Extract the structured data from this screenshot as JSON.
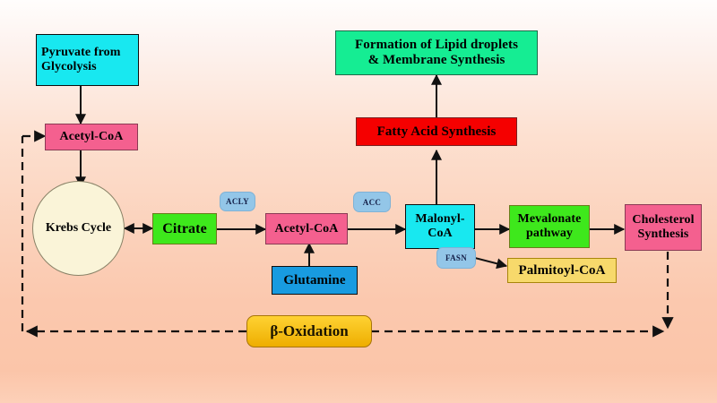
{
  "diagram": {
    "title": "Lipid metabolism / de novo lipogenesis pathway",
    "background_gradient": [
      "#fffdfc",
      "#fbc5a9"
    ],
    "nodes": {
      "pyruvate": {
        "label": "Pyruvate from Glycolysis",
        "line1": "Pyruvate from",
        "line2": "Glycolysis",
        "color": "#18e8f0",
        "border": "#0e0e0e"
      },
      "acetyl_coa_mito": {
        "label": "Acetyl-CoA",
        "color": "#f4608f",
        "border": "#8a3a54"
      },
      "krebs": {
        "label": "Krebs Cycle",
        "color": "#faf4d8",
        "border": "#8a8368"
      },
      "citrate": {
        "label": "Citrate",
        "color": "#3ee81c",
        "border": "#6b7a1c"
      },
      "acetyl_coa_cyto": {
        "label": "Acetyl-CoA",
        "color": "#f4608f",
        "border": "#8a3a54"
      },
      "glutamine": {
        "label": "Glutamine",
        "color": "#189be0",
        "border": "#0e0e0e"
      },
      "malonyl_coa": {
        "label": "Malonyl-CoA",
        "line1": "Malonyl-",
        "line2": "CoA",
        "color": "#18e8f0",
        "border": "#0e0e0e"
      },
      "fatty_acid_synthesis": {
        "label": "Fatty Acid Synthesis",
        "color": "#f50000",
        "border": "#7a2020"
      },
      "lipid_droplets": {
        "label": "Formation of Lipid droplets & Membrane Synthesis",
        "line1": "Formation of Lipid droplets",
        "line2": "& Membrane Synthesis",
        "color": "#15ed93",
        "border": "#1d6b4a"
      },
      "mevalonate": {
        "label": "Mevalonate pathway",
        "line1": "Mevalonate",
        "line2": "pathway",
        "color": "#3ee81c",
        "border": "#6b7a1c"
      },
      "palmitoyl_coa": {
        "label": "Palmitoyl-CoA",
        "color": "#f7d96b",
        "border": "#a8860a"
      },
      "cholesterol_synthesis": {
        "label": "Cholesterol Synthesis",
        "line1": "Cholesterol",
        "line2": "Synthesis",
        "color": "#f4608f",
        "border": "#8a3a54"
      },
      "beta_oxidation": {
        "label": "β-Oxidation",
        "color": "#f7c21c",
        "border": "#a8750a"
      }
    },
    "enzymes": {
      "acly": {
        "label": "ACLY",
        "color": "#93c6e8"
      },
      "acc": {
        "label": "ACC",
        "color": "#93c6e8"
      },
      "fasn": {
        "label": "FASN",
        "color": "#93c6e8"
      }
    },
    "edges": [
      {
        "from": "pyruvate",
        "to": "acetyl_coa_mito",
        "style": "solid"
      },
      {
        "from": "acetyl_coa_mito",
        "to": "krebs",
        "style": "solid"
      },
      {
        "from": "krebs",
        "to": "citrate",
        "style": "solid-bidirectional"
      },
      {
        "from": "citrate",
        "to": "acetyl_coa_cyto",
        "style": "solid",
        "enzyme": "acly"
      },
      {
        "from": "glutamine",
        "to": "acetyl_coa_cyto",
        "style": "solid"
      },
      {
        "from": "acetyl_coa_cyto",
        "to": "malonyl_coa",
        "style": "solid",
        "enzyme": "acc"
      },
      {
        "from": "malonyl_coa",
        "to": "fatty_acid_synthesis",
        "style": "solid"
      },
      {
        "from": "fatty_acid_synthesis",
        "to": "lipid_droplets",
        "style": "solid"
      },
      {
        "from": "malonyl_coa",
        "to": "mevalonate",
        "style": "solid"
      },
      {
        "from": "malonyl_coa",
        "to": "palmitoyl_coa",
        "style": "solid",
        "enzyme": "fasn"
      },
      {
        "from": "mevalonate",
        "to": "cholesterol_synthesis",
        "style": "solid"
      },
      {
        "from": "cholesterol_synthesis",
        "to": "beta_oxidation",
        "style": "dashed"
      },
      {
        "from": "beta_oxidation",
        "to": "acetyl_coa_mito",
        "style": "dashed"
      }
    ]
  }
}
